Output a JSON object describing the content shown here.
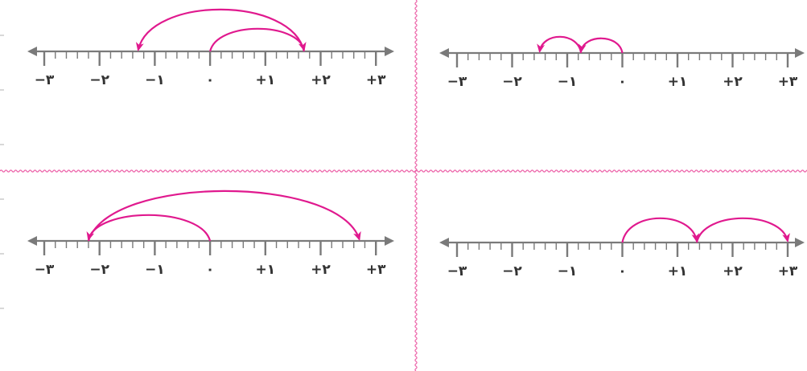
{
  "colors": {
    "axis": "#7a7a7a",
    "arrow": "#e0198e",
    "divider": "#ec5fa7",
    "label": "#333333",
    "margin_tick": "#b0b0b0"
  },
  "number_lines": [
    {
      "id": "top-left",
      "labels": [
        "−۳",
        "−۲",
        "−۱",
        "۰",
        "+۱",
        "+۲",
        "+۳"
      ],
      "min": -3,
      "max": 3,
      "hops": [
        {
          "from": 0,
          "to": 1.7,
          "direction": "right"
        },
        {
          "from": 1.7,
          "to": -1.3,
          "direction": "left"
        }
      ]
    },
    {
      "id": "top-right",
      "labels": [
        "−۳",
        "−۲",
        "−۱",
        "۰",
        "+۱",
        "+۲",
        "+۳"
      ],
      "min": -3,
      "max": 3,
      "hops": [
        {
          "from": 0,
          "to": -0.75,
          "direction": "left"
        },
        {
          "from": -0.75,
          "to": -1.5,
          "direction": "left"
        }
      ]
    },
    {
      "id": "bottom-left",
      "labels": [
        "−۳",
        "−۲",
        "−۱",
        "۰",
        "+۱",
        "+۲",
        "+۳"
      ],
      "min": -3,
      "max": 3,
      "hops": [
        {
          "from": 0,
          "to": -2.2,
          "direction": "left"
        },
        {
          "from": -2.2,
          "to": 2.7,
          "direction": "right"
        }
      ]
    },
    {
      "id": "bottom-right",
      "labels": [
        "−۳",
        "−۲",
        "−۱",
        "۰",
        "+۱",
        "+۲",
        "+۳"
      ],
      "min": -3,
      "max": 3,
      "hops": [
        {
          "from": 0,
          "to": 1.35,
          "direction": "right"
        },
        {
          "from": 1.35,
          "to": 3,
          "direction": "right"
        }
      ]
    }
  ]
}
